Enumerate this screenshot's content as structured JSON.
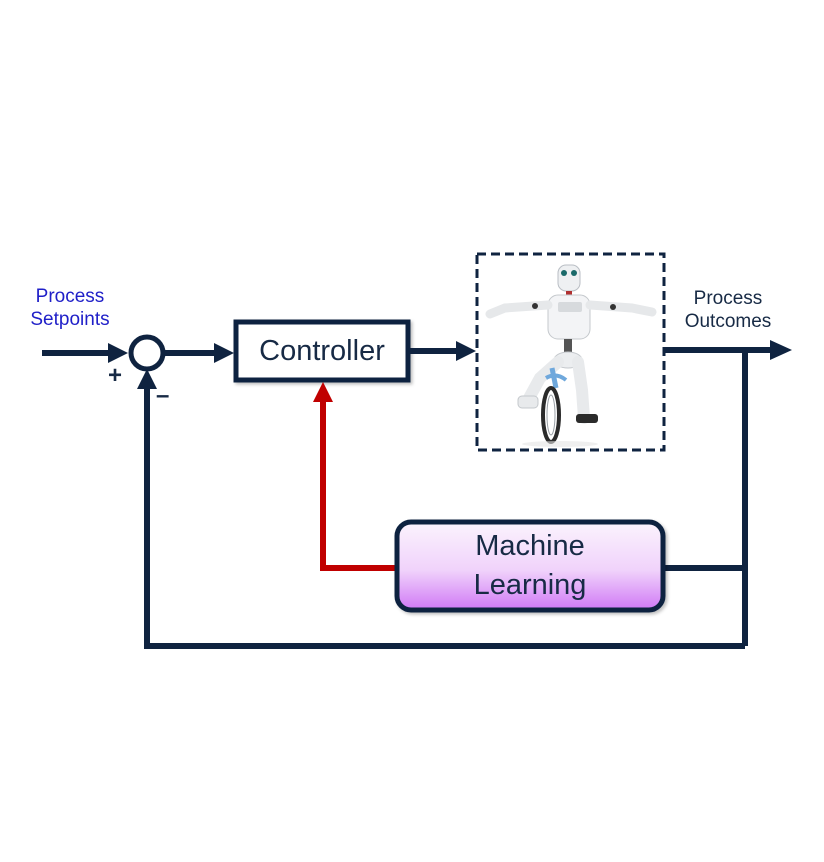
{
  "diagram": {
    "title": "Machine-learning-assisted feedback control loop",
    "input_label": [
      "Process",
      "Setpoints"
    ],
    "output_label": [
      "Process",
      "Outcomes"
    ],
    "summing_junction": {
      "plus_sign": "+",
      "minus_sign": "–"
    },
    "controller": {
      "label": "Controller"
    },
    "plant": {
      "description": "robot riding a unicycle (process image)"
    },
    "ml_block": {
      "label": [
        "Machine",
        "Learning"
      ]
    },
    "colors": {
      "line": "#0f2340",
      "input_text": "#1f1fc8",
      "text": "#172a45",
      "ml_feedback": "#c00000",
      "ml_fill_top": "#fbf3fd",
      "ml_fill_bottom": "#cf78f5"
    },
    "edges": [
      {
        "from": "Process Setpoints",
        "to": "summing-junction",
        "sign": "+"
      },
      {
        "from": "summing-junction",
        "to": "Controller"
      },
      {
        "from": "Controller",
        "to": "Process (robot)"
      },
      {
        "from": "Process (robot)",
        "to": "Process Outcomes"
      },
      {
        "from": "Process Outcomes",
        "to": "Machine Learning"
      },
      {
        "from": "Machine Learning",
        "to": "Controller",
        "color": "red"
      },
      {
        "from": "Process Outcomes",
        "to": "summing-junction",
        "sign": "-"
      }
    ]
  }
}
